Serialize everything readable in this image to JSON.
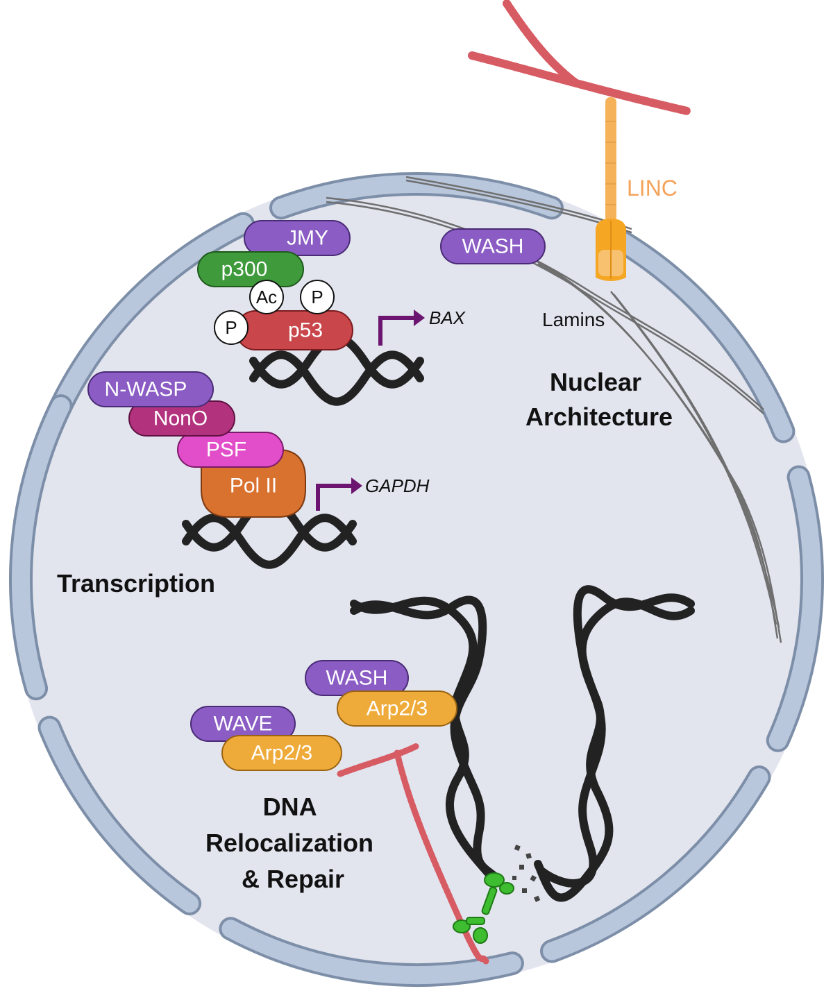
{
  "colors": {
    "nucleoplasm": "#e2e4ee",
    "envelope_fill": "#b9c7dc",
    "envelope_stroke": "#7d8fa8",
    "purple": "#8a5cc4",
    "green": "#3f9a3c",
    "red": "#c9464a",
    "magenta_dark": "#b2327e",
    "magenta": "#e24ec9",
    "orange": "#d9712f",
    "yellow_orange": "#efab3a",
    "actin": "#d75b63",
    "linc": "#f5b259",
    "linc_label": "#f4a35a",
    "arrow": "#6b1570",
    "dna": "#222222",
    "lamin": "#707070",
    "break_green": "#3dbd2f"
  },
  "proteins": {
    "jmy": "JMY",
    "p300": "p300",
    "ac": "Ac",
    "p_top": "P",
    "p_left": "P",
    "p53": "p53",
    "n_wasp": "N-WASP",
    "nono": "NonO",
    "psf": "PSF",
    "pol2": "Pol II",
    "wash_arch": "WASH",
    "wash_repair": "WASH",
    "arp_top": "Arp2/3",
    "wave": "WAVE",
    "arp_bottom": "Arp2/3"
  },
  "genes": {
    "bax": "BAX",
    "gapdh": "GAPDH"
  },
  "labels": {
    "linc": "LINC",
    "lamins": "Lamins"
  },
  "sections": {
    "architecture": [
      "Nuclear",
      "Architecture"
    ],
    "transcription": "Transcription",
    "repair": [
      "DNA",
      "Relocalization",
      "& Repair"
    ]
  }
}
